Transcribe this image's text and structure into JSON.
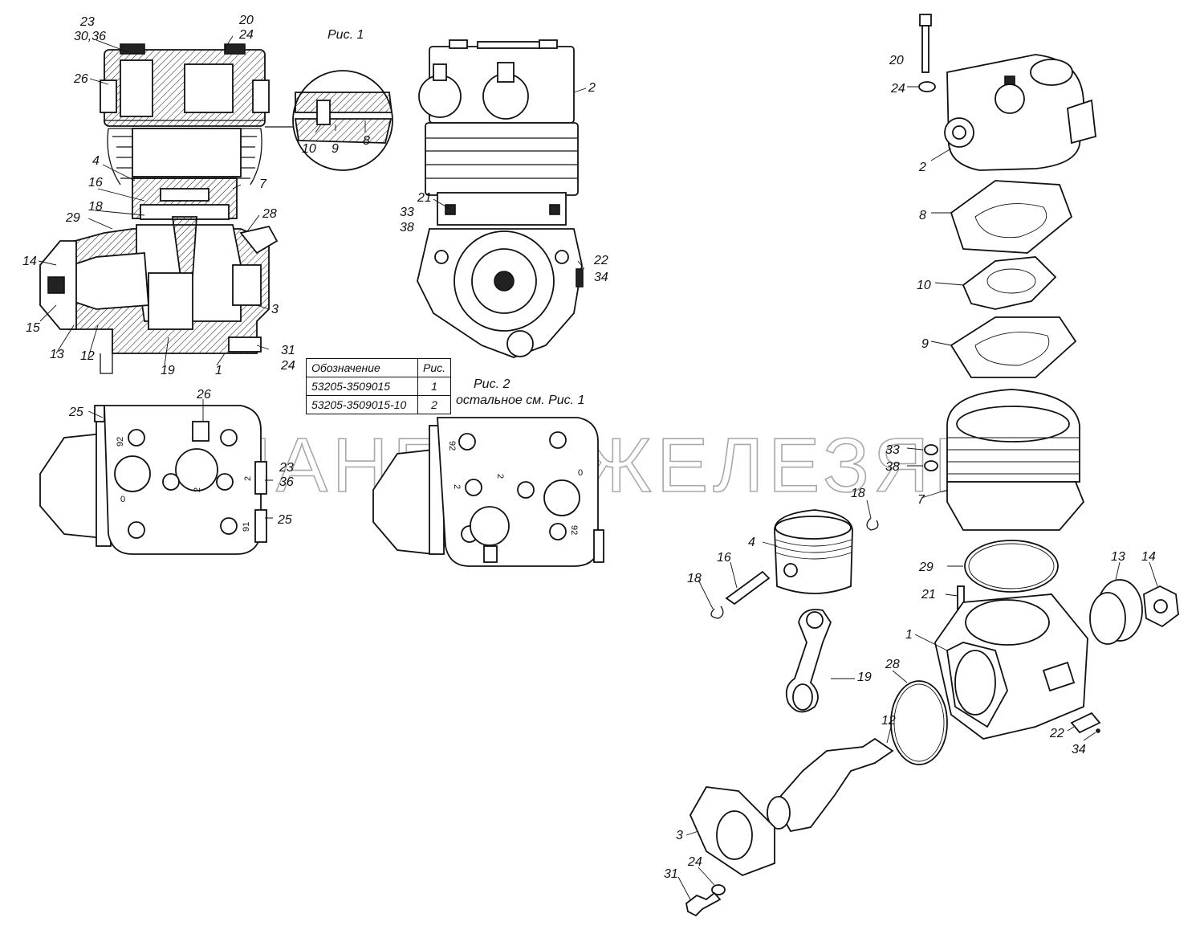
{
  "captions": {
    "fig1": "Рис. 1",
    "fig2": "Рис. 2",
    "fig2_note": "остальное см. Рис. 1"
  },
  "table": {
    "headers": [
      "Обозначение",
      "Рис."
    ],
    "rows": [
      [
        "53205-3509015",
        "1"
      ],
      [
        "53205-3509015-10",
        "2"
      ]
    ]
  },
  "watermark": "ПЛАНЕТА ЖЕЛЕЗЯКА",
  "callouts": {
    "section": [
      "23",
      "30,36",
      "20",
      "24",
      "26",
      "4",
      "16",
      "18",
      "29",
      "14",
      "15",
      "13",
      "12",
      "19",
      "1",
      "3",
      "7",
      "28",
      "31",
      "24"
    ],
    "detail": [
      "10",
      "9",
      "8"
    ],
    "front": [
      "2",
      "21",
      "33",
      "38",
      "22",
      "34"
    ],
    "top_left": [
      "25",
      "26",
      "23",
      "36",
      "25"
    ],
    "exploded": [
      "20",
      "24",
      "2",
      "8",
      "10",
      "9",
      "33",
      "38",
      "7",
      "18",
      "4",
      "16",
      "18",
      "29",
      "21",
      "13",
      "14",
      "1",
      "19",
      "28",
      "12",
      "22",
      "34",
      "3",
      "24",
      "31"
    ]
  },
  "casting_marks": [
    "92",
    "2",
    "0",
    "2",
    "91",
    "92",
    "2",
    "2",
    "0",
    "92"
  ]
}
